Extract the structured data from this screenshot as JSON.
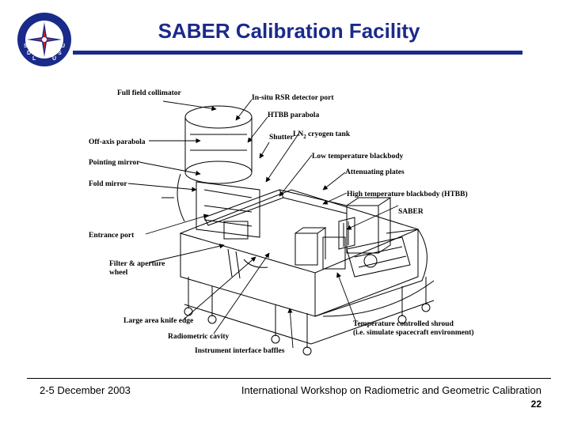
{
  "header": {
    "title": "SABER Calibration Facility",
    "colors": {
      "title": "#1a2a8a",
      "rule": "#1a2a8a"
    }
  },
  "logo": {
    "letters": [
      "S",
      "D",
      "L",
      "U",
      "S",
      "U"
    ]
  },
  "diagram": {
    "labels": {
      "full_field_collimator": "Full field collimator",
      "in_situ_rsr": "In-situ RSR detector port",
      "htbb_parabola": "HTBB parabola",
      "shutter": "Shutter",
      "ln2_tank_prefix": "LN",
      "ln2_sub": "2",
      "ln2_tank_suffix": " cryogen tank",
      "off_axis_parabola": "Off-axis parabola",
      "pointing_mirror": "Pointing mirror",
      "low_temp_bb": "Low temperature blackbody",
      "attenuating_plates": "Attenuating plates",
      "fold_mirror": "Fold mirror",
      "high_temp_bb": "High temperature blackbody (HTBB)",
      "saber": "SABER",
      "entrance_port": "Entrance port",
      "filter_line1": "Filter & aperture",
      "filter_line2": "wheel",
      "knife_edge": "Large area knife edge",
      "radiometric_cavity": "Radiometric cavity",
      "shroud_line1": "Temperature controlled shroud",
      "shroud_line2": "(i.e. simulate spacecraft environment)",
      "baffles": "Instrument interface baffles"
    }
  },
  "footer": {
    "date": "2-5 December 2003",
    "event": "International Workshop on Radiometric and Geometric Calibration",
    "page_number": "22"
  }
}
